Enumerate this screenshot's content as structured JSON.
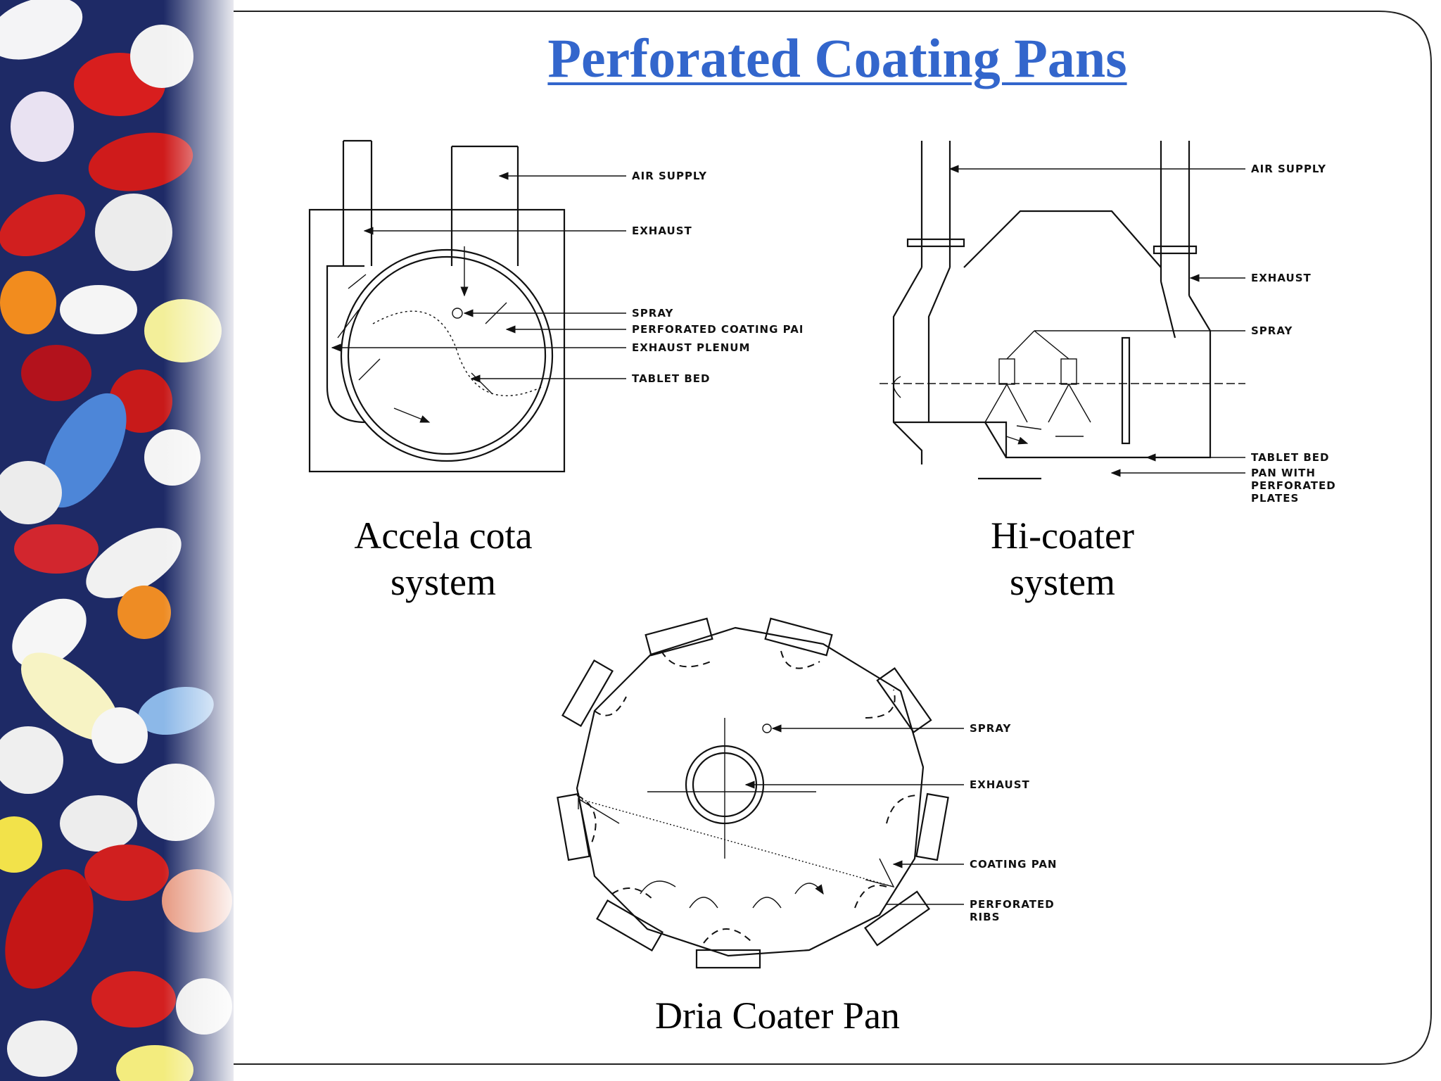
{
  "slide": {
    "title": "Perforated Coating Pans",
    "accent_color": "#3366cc"
  },
  "diagrams": {
    "accela": {
      "caption_line1": "Accela cota",
      "caption_line2": "system",
      "labels": [
        "AIR SUPPLY",
        "EXHAUST",
        "SPRAY",
        "PERFORATED COATING PAN",
        "EXHAUST PLENUM",
        "TABLET BED"
      ]
    },
    "hicoater": {
      "caption_line1": "Hi-coater",
      "caption_line2": "system",
      "labels": [
        "AIR SUPPLY",
        "EXHAUST",
        "SPRAY",
        "TABLET BED",
        "PAN WITH",
        "PERFORATED",
        "PLATES"
      ]
    },
    "dria": {
      "caption": "Dria Coater Pan",
      "labels": [
        "SPRAY",
        "EXHAUST",
        "COATING PAN",
        "PERFORATED",
        "RIBS"
      ]
    }
  }
}
